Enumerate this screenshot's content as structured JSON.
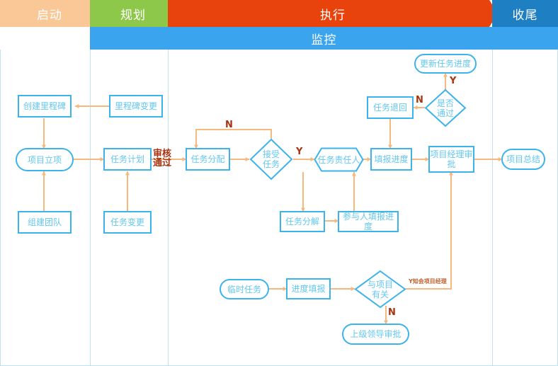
{
  "banner": {
    "phases": [
      {
        "label": "启动",
        "color": "#f9c896"
      },
      {
        "label": "规划",
        "color": "#8ec84b"
      },
      {
        "label": "执行",
        "color": "#e8430c"
      },
      {
        "label": "收尾",
        "color": "#1e7fc2"
      }
    ],
    "monitor": {
      "label": "监控",
      "color": "#3ba4ef"
    }
  },
  "theme": {
    "node_border": "#3cb3ea",
    "node_text": "#63c7f0",
    "connector": "#f5b97f",
    "label_text": "#b23a15",
    "lane_line": "#bfe2f0"
  },
  "nodes": {
    "create_milestone": {
      "label": "创建里程碑",
      "shape": "rect"
    },
    "milestone_change": {
      "label": "里程碑变更",
      "shape": "rect"
    },
    "project_initiation": {
      "label": "项目立项",
      "shape": "stadium"
    },
    "build_team": {
      "label": "组建团队",
      "shape": "rect"
    },
    "task_plan": {
      "label": "任务计划",
      "shape": "rect"
    },
    "task_change": {
      "label": "任务变更",
      "shape": "rect"
    },
    "task_assign": {
      "label": "任务分配",
      "shape": "rect"
    },
    "accept_task": {
      "label": "接受任务",
      "shape": "diamond"
    },
    "task_owner": {
      "label": "任务责任人",
      "shape": "hexagon"
    },
    "task_decompose": {
      "label": "任务分解",
      "shape": "rect"
    },
    "participant_report": {
      "label": "参与人填报进度",
      "shape": "rect"
    },
    "fill_progress": {
      "label": "填报进度",
      "shape": "rect"
    },
    "task_return": {
      "label": "任务退回",
      "shape": "rect"
    },
    "is_pass": {
      "label": "是否通过",
      "shape": "diamond"
    },
    "update_progress": {
      "label": "更新任务进度",
      "shape": "stadium"
    },
    "pm_approval": {
      "label": "项目经理审批",
      "shape": "rect"
    },
    "project_summary": {
      "label": "项目总结",
      "shape": "stadium"
    },
    "temp_task": {
      "label": "临时任务",
      "shape": "stadium"
    },
    "progress_report": {
      "label": "进度填报",
      "shape": "rect"
    },
    "related_to_project": {
      "label": "与项目有关",
      "shape": "diamond"
    },
    "leader_approval": {
      "label": "上级领导审批",
      "shape": "stadium"
    }
  },
  "edge_labels": {
    "review_pass": "审核通过",
    "reject_loop": "N",
    "accept_yes": "Y",
    "pass_yes": "Y",
    "pass_no": "N",
    "related_yes": "Y知会项目经理",
    "related_no": "N"
  }
}
